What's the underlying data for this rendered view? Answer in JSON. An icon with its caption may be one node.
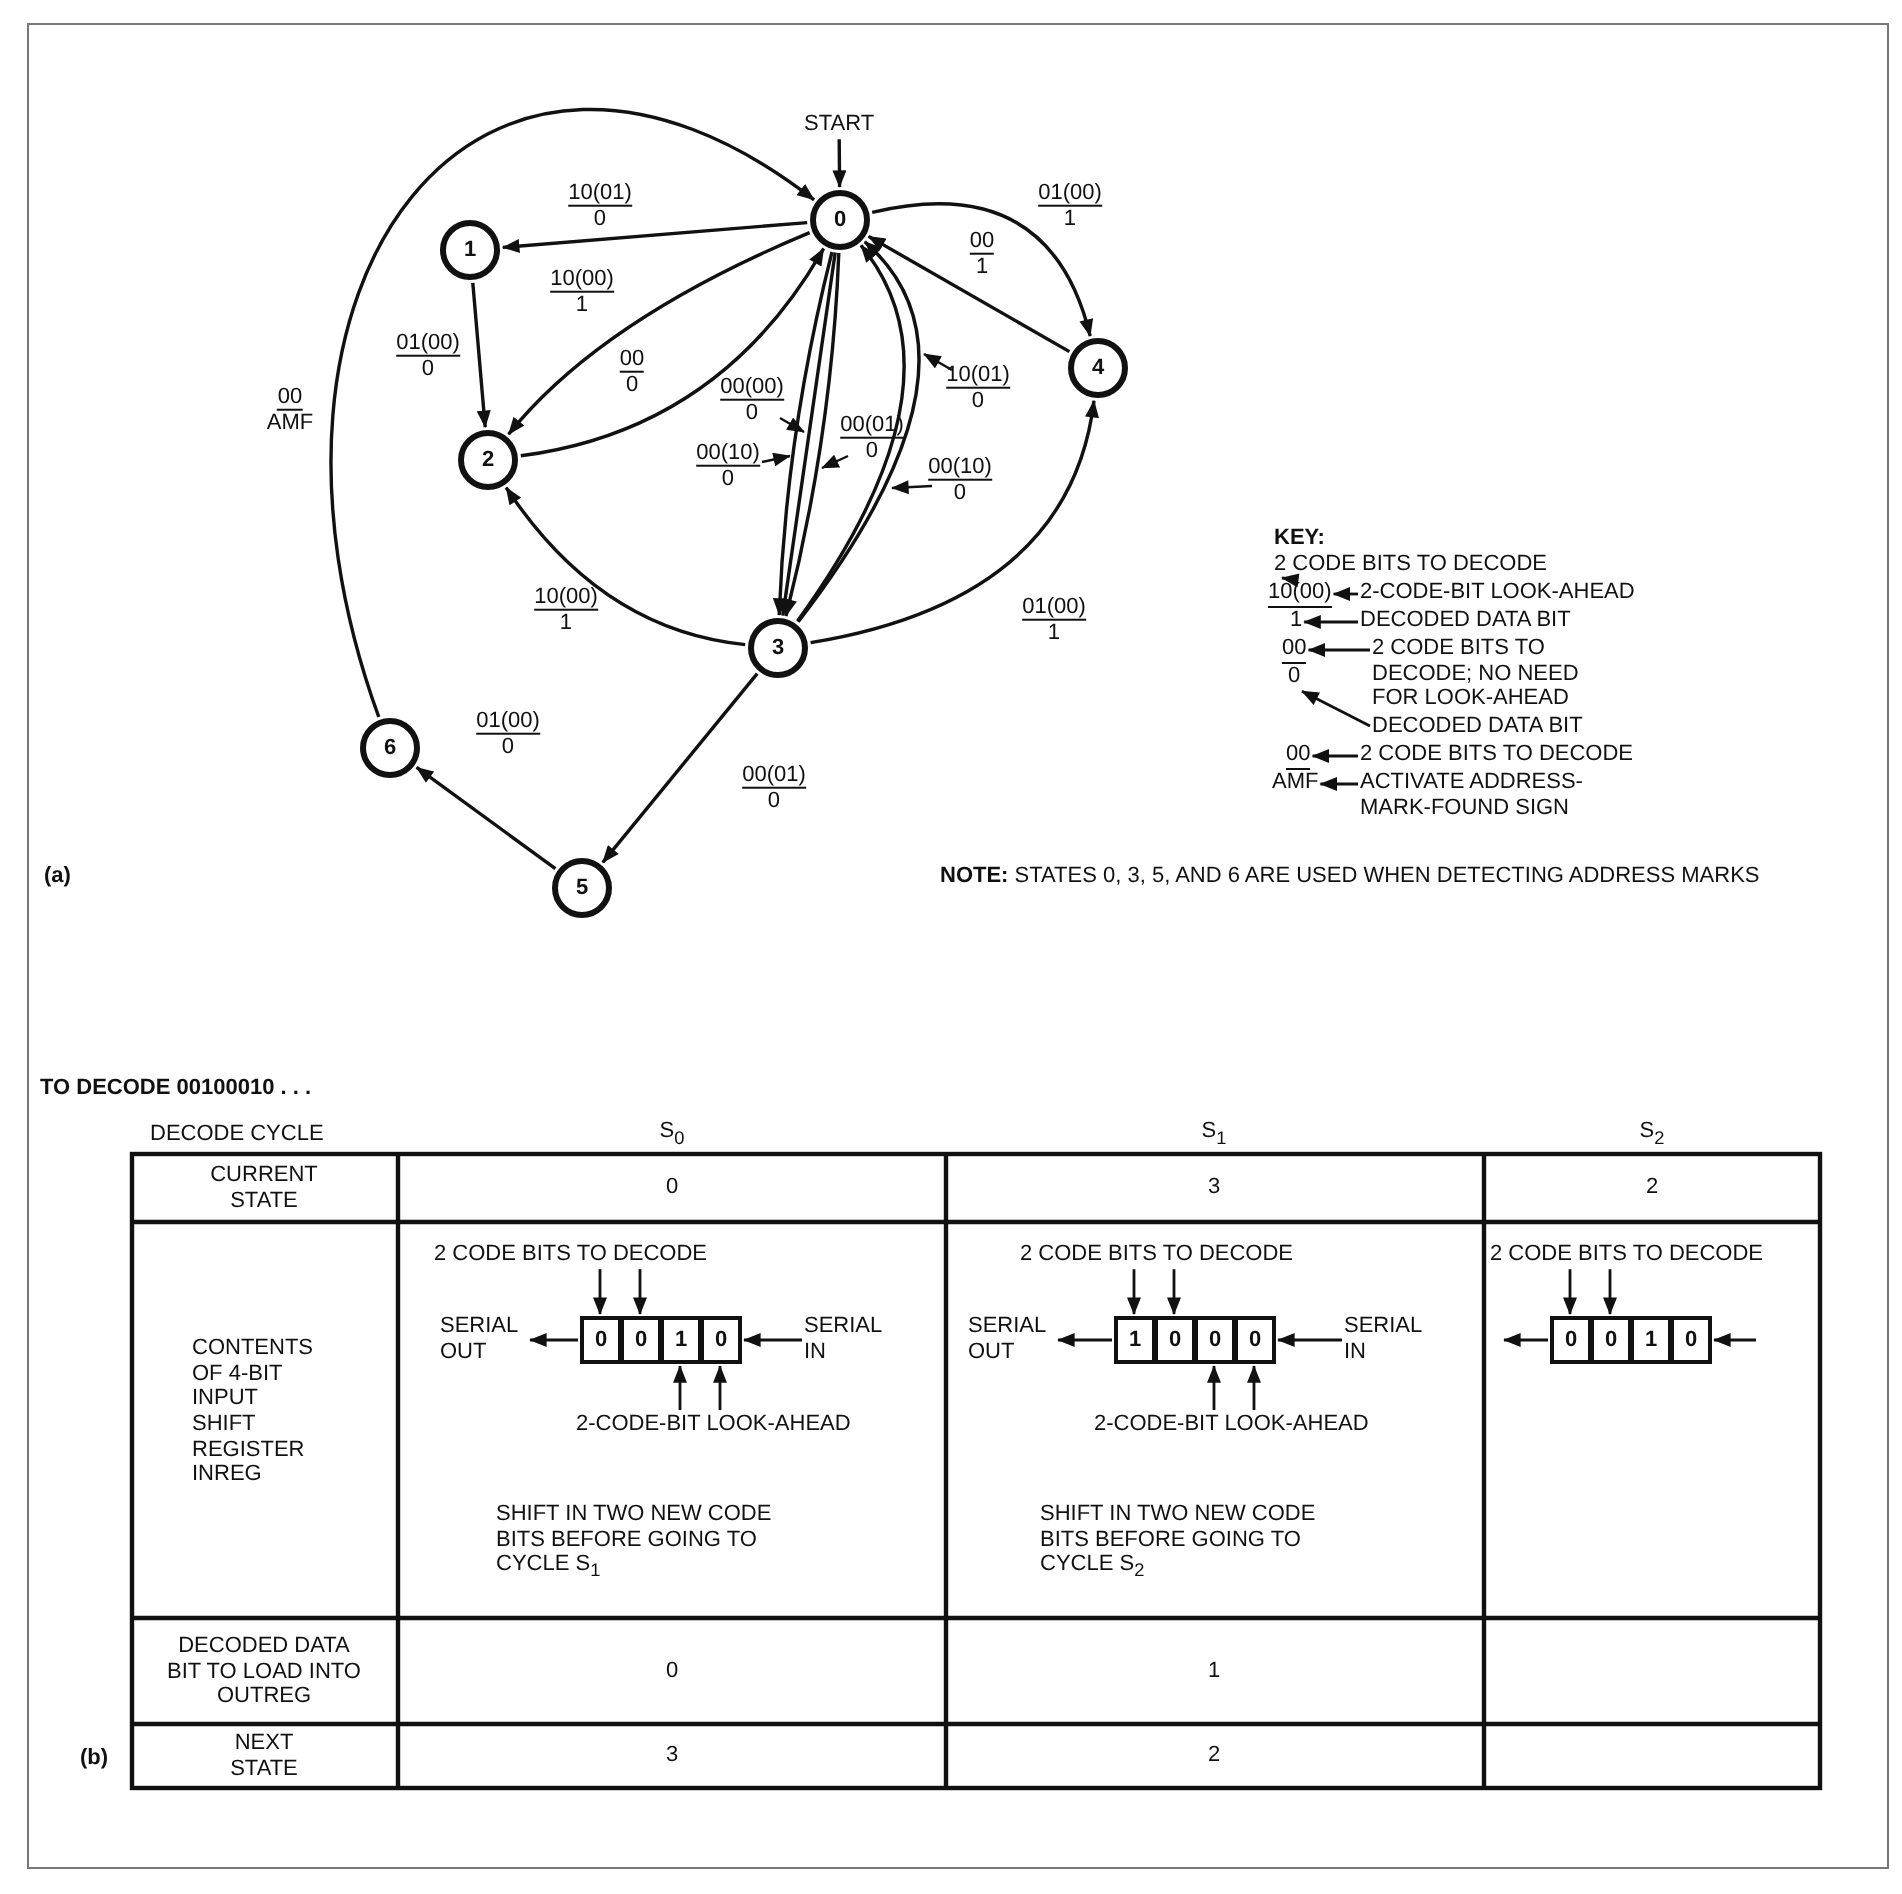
{
  "diagram": {
    "nodes": [
      {
        "text": [
          "0"
        ]
      },
      {
        "text": [
          "1"
        ]
      },
      {
        "text": [
          "2"
        ]
      },
      {
        "text": [
          "3"
        ]
      },
      {
        "text": [
          "4"
        ]
      },
      {
        "text": [
          "5"
        ]
      },
      {
        "text": [
          "6"
        ]
      },
      {
        "text": [
          "START"
        ]
      },
      {
        "text": [
          "10(00)"
        ]
      },
      {
        "text": [
          "1"
        ]
      },
      {
        "text": [
          "2 CODE BITS TO DECODE"
        ]
      },
      {
        "text": [
          "2-CODE-BIT LOOK-AHEAD"
        ]
      },
      {
        "text": [
          "DECODED DATA BIT"
        ]
      },
      {
        "text": [
          "00"
        ]
      },
      {
        "text": [
          "0"
        ]
      },
      {
        "text": [
          "2 CODE BITS TO DECODE; NO NEED FOR LOOK-AHEAD"
        ]
      },
      {
        "text": [
          "DECODED DATA BIT"
        ]
      },
      {
        "text": [
          "00"
        ]
      },
      {
        "text": [
          "AMF"
        ]
      },
      {
        "text": [
          "2 CODE BITS TO DECODE"
        ]
      },
      {
        "text": [
          "ACTIVATE ADDRESS-MARK-FOUND SIGN"
        ]
      },
      {
        "text": [
          "2 CODE BITS TO DECODE"
        ]
      },
      {
        "text": [
          "0"
        ]
      },
      {
        "text": [
          "0"
        ]
      },
      {
        "text": [
          "1"
        ]
      },
      {
        "text": [
          "0"
        ]
      },
      {
        "text": [
          "SERIAL OUT"
        ]
      },
      {
        "text": [
          "SERIAL IN"
        ]
      },
      {
        "text": [
          "2-CODE-BIT LOOK-AHEAD"
        ]
      },
      {
        "text": [
          "2 CODE BITS TO DECODE"
        ]
      },
      {
        "text": [
          "1"
        ]
      },
      {
        "text": [
          "0"
        ]
      },
      {
        "text": [
          "0"
        ]
      },
      {
        "text": [
          "0"
        ]
      },
      {
        "text": [
          "SERIAL OUT"
        ]
      },
      {
        "text": [
          "SERIAL IN"
        ]
      },
      {
        "text": [
          "2-CODE-BIT LOOK-AHEAD"
        ]
      },
      {
        "text": [
          "2 CODE BITS TO DECODE"
        ]
      },
      {
        "text": [
          "0"
        ]
      },
      {
        "text": [
          "0"
        ]
      },
      {
        "text": [
          "1"
        ]
      },
      {
        "text": [
          "0"
        ]
      }
    ],
    "edges": [
      {
        "from": 7,
        "to": 0,
        "arrow": "to"
      },
      {
        "from": 0,
        "to": 1,
        "arrow": "to",
        "label": "10(01) 0"
      },
      {
        "from": 1,
        "to": 2,
        "arrow": "to",
        "label": "01(00) 0"
      },
      {
        "from": 0,
        "to": 2,
        "arrow": "to",
        "label": "10(00) 1"
      },
      {
        "from": 2,
        "to": 0,
        "arrow": "to",
        "label": "00 0"
      },
      {
        "from": 0,
        "to": 3,
        "arrow": "to",
        "label": "00(00) 0"
      },
      {
        "from": 0,
        "to": 3,
        "arrow": "to",
        "label": "00(10) 0"
      },
      {
        "from": 0,
        "to": 3,
        "arrow": "to",
        "label": "00(01) 0"
      },
      {
        "from": 3,
        "to": 0,
        "arrow": "to",
        "label": "10(01) 0"
      },
      {
        "from": 3,
        "to": 0,
        "arrow": "to",
        "label": "00(10) 0"
      },
      {
        "from": 0,
        "to": 4,
        "arrow": "to",
        "label": "01(00) 1"
      },
      {
        "from": 4,
        "to": 0,
        "arrow": "to",
        "label": "00 1"
      },
      {
        "from": 3,
        "to": 4,
        "arrow": "to",
        "label": "01(00) 1"
      },
      {
        "from": 3,
        "to": 2,
        "arrow": "to",
        "label": "10(00) 1"
      },
      {
        "from": 3,
        "to": 5,
        "arrow": "to",
        "label": "00(01) 0"
      },
      {
        "from": 5,
        "to": 6,
        "arrow": "to",
        "label": "01(00) 0"
      },
      {
        "from": 6,
        "to": 0,
        "arrow": "to",
        "label": "00 AMF"
      },
      {
        "from": 10,
        "to": 8,
        "arrow": "to"
      },
      {
        "from": 11,
        "to": 8,
        "arrow": "to"
      },
      {
        "from": 12,
        "to": 9,
        "arrow": "to"
      },
      {
        "from": 15,
        "to": 13,
        "arrow": "to"
      },
      {
        "from": 16,
        "to": 14,
        "arrow": "to"
      },
      {
        "from": 19,
        "to": 17,
        "arrow": "to"
      },
      {
        "from": 20,
        "to": 18,
        "arrow": "to"
      },
      {
        "from": 21,
        "to": 22,
        "arrow": "to"
      },
      {
        "from": 21,
        "to": 23,
        "arrow": "to"
      },
      {
        "from": 22,
        "to": 26,
        "arrow": "to"
      },
      {
        "from": 27,
        "to": 25,
        "arrow": "to"
      },
      {
        "from": 28,
        "to": 24,
        "arrow": "to"
      },
      {
        "from": 28,
        "to": 25,
        "arrow": "to"
      },
      {
        "from": 29,
        "to": 30,
        "arrow": "to"
      },
      {
        "from": 29,
        "to": 31,
        "arrow": "to"
      },
      {
        "from": 30,
        "to": 34,
        "arrow": "to"
      },
      {
        "from": 35,
        "to": 33,
        "arrow": "to"
      },
      {
        "from": 36,
        "to": 32,
        "arrow": "to"
      },
      {
        "from": 36,
        "to": 33,
        "arrow": "to"
      },
      {
        "from": 37,
        "to": 38,
        "arrow": "to"
      },
      {
        "from": 37,
        "to": 39,
        "arrow": "to"
      },
      {
        "from": 38,
        "to": null,
        "arrow": "to"
      },
      {
        "from": null,
        "to": 41,
        "arrow": "to"
      }
    ],
    "labels": [
      "KEY:",
      "(a)",
      "**NOTE:** STATES 0, 3, 5, AND 6 ARE USED WHEN DETECTING ADDRESS MARKS",
      "TO DECODE 00100010 . . .",
      "DECODE CYCLE",
      "S$_{0}$",
      "S$_{1}$",
      "S$_{2}$",
      "CURRENT STATE",
      "0",
      "3",
      "2",
      "CONTENTS OF 4-BIT INPUT SHIFT REGISTER INREG",
      "SHIFT IN TWO NEW CODE BITS BEFORE GOING TO CYCLE S$_{1}$",
      "SHIFT IN TWO NEW CODE BITS BEFORE GOING TO CYCLE S$_{2}$",
      "DECODED DATA BIT TO LOAD INTO OUTREG",
      "0",
      "1",
      "NEXT STATE",
      "3",
      "2",
      "(b)"
    ]
  }
}
